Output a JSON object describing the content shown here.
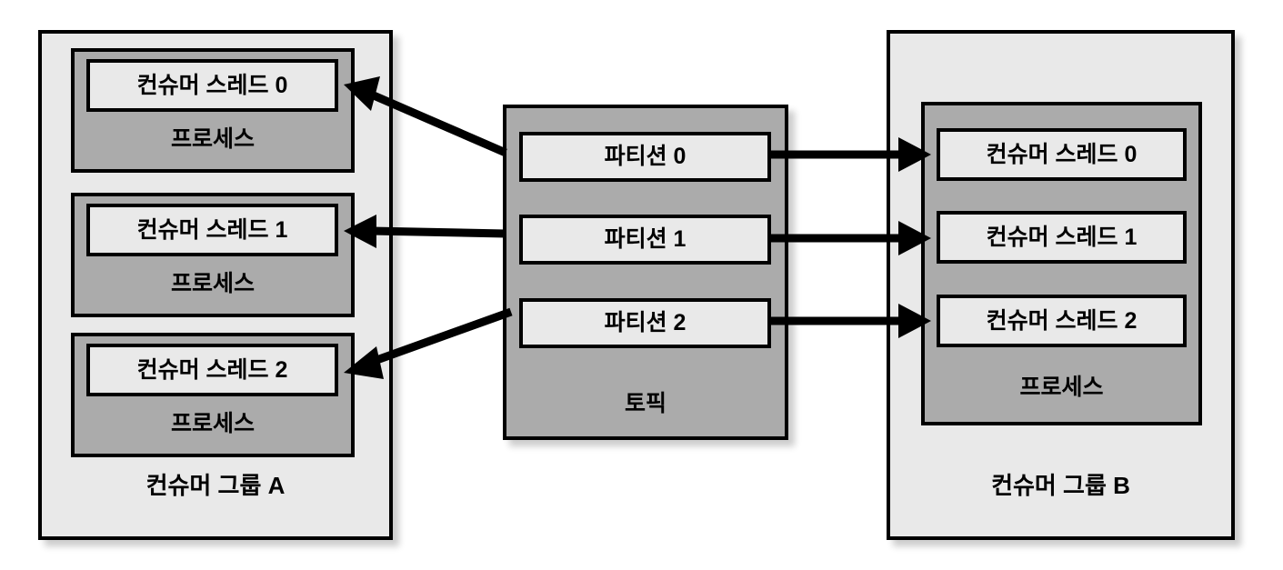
{
  "diagram": {
    "title": "Kafka consumer group partition assignment",
    "colors": {
      "group_fill": "#e9e9e9",
      "process_fill": "#ababab",
      "inner_fill": "#e9e9e9",
      "stroke": "#000000",
      "background": "#ffffff"
    },
    "left_group": {
      "caption": "컨슈머 그룹 A",
      "processes": [
        {
          "caption": "프로세스",
          "thread": "컨슈머 스레드 0"
        },
        {
          "caption": "프로세스",
          "thread": "컨슈머 스레드 1"
        },
        {
          "caption": "프로세스",
          "thread": "컨슈머 스레드 2"
        }
      ]
    },
    "topic": {
      "caption": "토픽",
      "partitions": [
        "파티션 0",
        "파티션 1",
        "파티션 2"
      ]
    },
    "right_group": {
      "caption": "컨슈머 그룹 B",
      "process": {
        "caption": "프로세스",
        "threads": [
          "컨슈머 스레드 0",
          "컨슈머 스레드 1",
          "컨슈머 스레드 2"
        ]
      }
    },
    "connections": {
      "left_arrows_label": "partition-to-consumer-thread-group-a",
      "right_arrows_label": "partition-to-consumer-thread-group-b"
    }
  }
}
